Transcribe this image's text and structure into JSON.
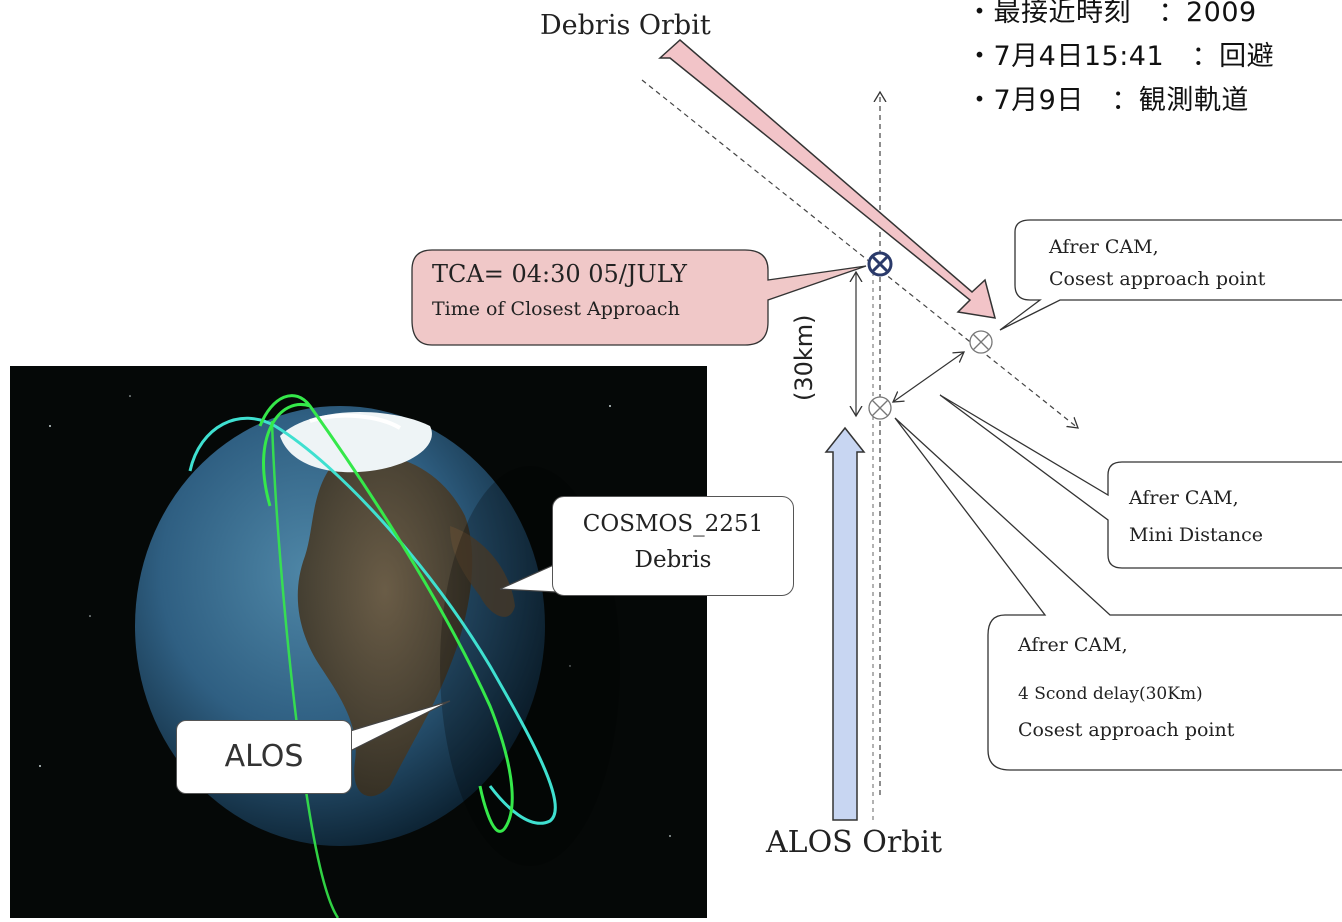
{
  "notes": [
    "・最接近時刻　：2009",
    "・7月4日15:41　：回避",
    "・7月9日　：観測軌道"
  ],
  "debris_orbit_label": "Debris  Orbit",
  "alos_orbit_label": "ALOS  Orbit",
  "distance_label": "(30km)",
  "tca_callout": {
    "line1": "TCA= 04:30   05/JULY",
    "line2": "Time of Closest Approach"
  },
  "after_cam_closest": {
    "line1": "Afrer CAM,",
    "line2": "Cosest approach point"
  },
  "after_cam_mini": {
    "line1": "Afrer CAM,",
    "line2": "Mini Distance"
  },
  "after_cam_delay": {
    "line1": "Afrer CAM,",
    "line2": "4 Scond delay(30Km)",
    "line3": "Cosest approach point"
  },
  "earth_labels": {
    "cosmos_line1": "COSMOS_2251",
    "cosmos_line2": "Debris",
    "alos": "ALOS"
  },
  "colors": {
    "debris_arrow": "#f2c4c8",
    "alos_arrow": "#c8d6f2",
    "tca_callout_fill": "#f0c8c8",
    "alos_orbit_line": "#35e84a",
    "debris_orbit_line": "#3fe0d0"
  }
}
